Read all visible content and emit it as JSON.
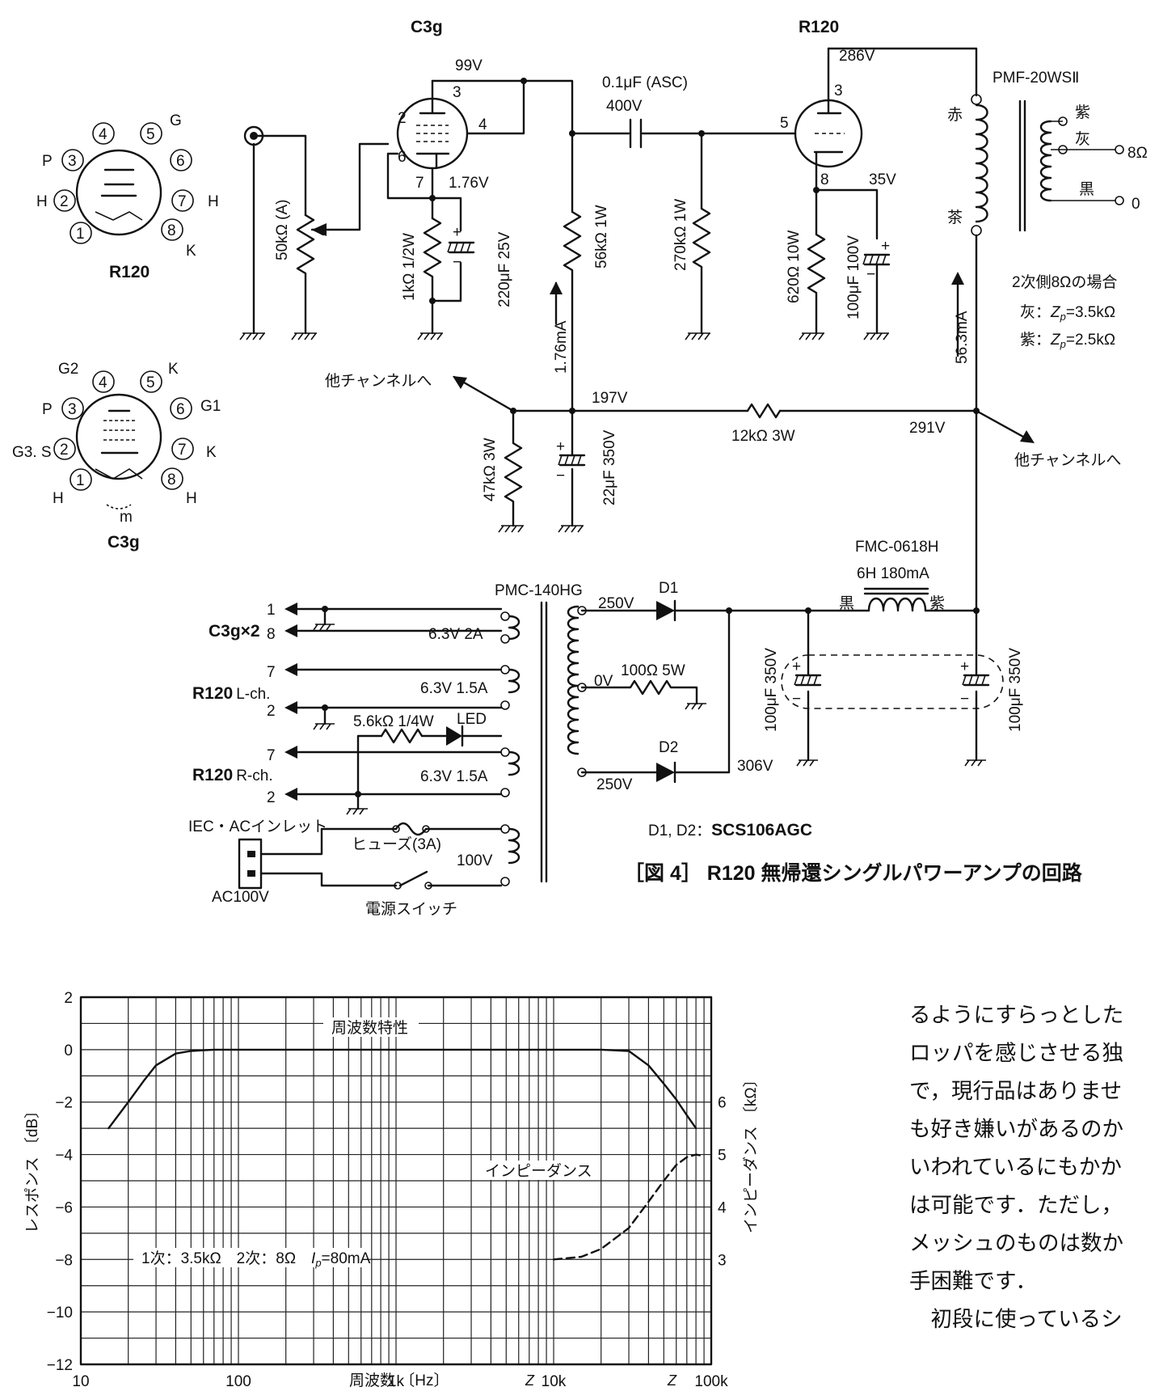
{
  "schematic": {
    "tubes": {
      "c3g_top": "C3g",
      "r120_top": "R120",
      "r120_pinout": "R120",
      "c3g_pinout": "C3g"
    },
    "pins": [
      "1",
      "2",
      "3",
      "4",
      "5",
      "6",
      "7",
      "8"
    ],
    "pin_labels": {
      "p": "P",
      "g": "G",
      "h": "H",
      "k": "K",
      "g2": "G2",
      "g1": "G1",
      "g3s": "G3. S",
      "m": "m"
    },
    "voltages": {
      "v99": "99V",
      "v176": "1.76V",
      "v286": "286V",
      "v35": "35V",
      "v197": "197V",
      "v291": "291V",
      "v250a": "250V",
      "v250b": "250V",
      "v0": "0V",
      "v306": "306V",
      "v100": "100V"
    },
    "currents": {
      "i176": "1.76mA",
      "i563": "56.3mA"
    },
    "components": {
      "coupling_cap": "0.1μF (ASC)",
      "coupling_cap_v": "400V",
      "pot": "50kΩ (A)",
      "r1k": "1kΩ 1/2W",
      "c220": "220μF 25V",
      "r56k": "56kΩ 1W",
      "r270k": "270kΩ 1W",
      "r620": "620Ω 10W",
      "c100_100": "100μF 100V",
      "r47k": "47kΩ 3W",
      "c22": "22μF 350V",
      "r12k": "12kΩ 3W",
      "r100": "100Ω 5W",
      "r56k_led": "5.6kΩ 1/4W",
      "led": "LED",
      "d1": "D1",
      "d2": "D2",
      "c100_350a": "100μF 350V",
      "c100_350b": "100μF 350V",
      "diode_note_a": "D1, D2：",
      "diode_note_b": "SCS106AGC"
    },
    "transformers": {
      "output": "PMF-20WSⅡ",
      "power": "PMC-140HG",
      "choke": "FMC-0618H",
      "choke_spec": "6H 180mA"
    },
    "taps": {
      "red": "赤",
      "brown": "茶",
      "purple": "紫",
      "gray": "灰",
      "black": "黒",
      "out8": "8Ω",
      "out0": "0",
      "choke_black": "黒",
      "choke_purple": "紫"
    },
    "notes": {
      "sec_title": "2次側8Ωの場合",
      "gray_zp_a": "灰：",
      "gray_zp_b": "Z",
      "gray_zp_c": "p",
      "gray_zp_d": "=3.5kΩ",
      "purple_zp_a": "紫：",
      "purple_zp_d": "=2.5kΩ",
      "other_ch_a": "他チャンネルへ",
      "other_ch_b": "他チャンネルへ"
    },
    "heaters": {
      "c3g_x2": "C3g×2",
      "r120_l_a": "R120",
      "r120_l_b": "L-ch.",
      "r120_r_a": "R120",
      "r120_r_b": "R-ch.",
      "h63_2a": "6.3V 2A",
      "h63_15a": "6.3V 1.5A",
      "h63_15b": "6.3V 1.5A"
    },
    "ac": {
      "inlet": "IEC・ACインレット",
      "fuse": "ヒューズ(3A)",
      "ac100": "AC100V",
      "switch": "電源スイッチ"
    },
    "caption": "［図 4］ R120 無帰還シングルパワーアンプの回路"
  },
  "chart_data": {
    "type": "line",
    "x_scale": "log",
    "xlim": [
      10,
      100000
    ],
    "ylim": [
      -12,
      2
    ],
    "y2lim": [
      1,
      8
    ],
    "x_ticks": [
      "10",
      "100",
      "1k",
      "10k",
      "100k"
    ],
    "y_ticks": [
      "2",
      "0",
      "−2",
      "−4",
      "−6",
      "−8",
      "−10",
      "−12"
    ],
    "y2_ticks": [
      "6",
      "5",
      "4",
      "3"
    ],
    "xlabel": "周波数 〔Hz〕",
    "ylabel": "レスポンス 〔dB〕",
    "y2label": "インピーダンス 〔kΩ〕",
    "annotation": "1次：3.5kΩ　2次：8Ω　",
    "annotation_ip_a": "I",
    "annotation_ip_b": "p",
    "annotation_ip_c": "=80mA",
    "series": [
      {
        "name": "周波数特性",
        "axis": "left",
        "x": [
          15,
          20,
          25,
          30,
          40,
          50,
          70,
          100,
          1000,
          10000,
          20000,
          30000,
          40000,
          50000,
          60000,
          70000,
          80000
        ],
        "values": [
          -3.0,
          -2.0,
          -1.2,
          -0.6,
          -0.15,
          -0.05,
          0,
          0,
          0,
          0,
          0,
          -0.05,
          -0.6,
          -1.3,
          -1.9,
          -2.5,
          -3.0
        ]
      },
      {
        "name": "インピーダンス",
        "axis": "right",
        "style": "dashed",
        "x": [
          10000,
          15000,
          20000,
          30000,
          40000,
          50000,
          60000,
          70000,
          80000,
          90000
        ],
        "values": [
          3.0,
          3.05,
          3.2,
          3.6,
          4.1,
          4.5,
          4.8,
          4.95,
          5.0,
          4.97
        ]
      }
    ],
    "footer_glyphs": [
      "Z",
      "Z"
    ]
  },
  "body_text": {
    "lines": [
      "るようにすらっとした",
      "ロッパを感じさせる独",
      "で，現行品はありませ",
      "も好き嫌いがあるのか",
      "いわれているにもかか",
      "は可能です．ただし，",
      "メッシュのものは数か",
      "手困難です．",
      "　初段に使っているシ"
    ]
  }
}
